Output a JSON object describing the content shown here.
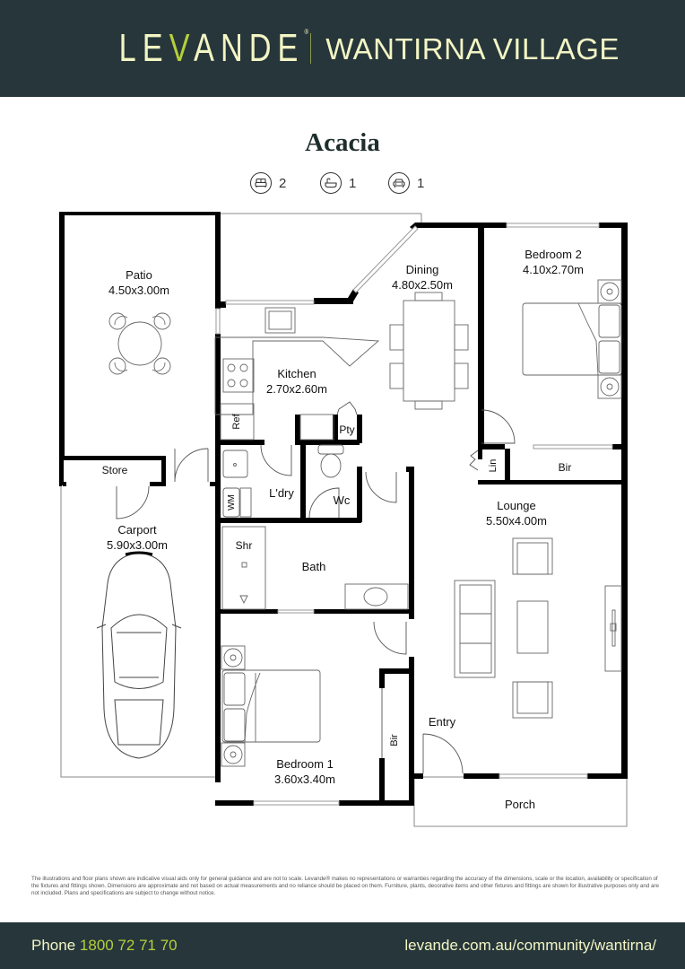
{
  "header": {
    "brand_prefix": "LE",
    "brand_accent": "V",
    "brand_suffix": "ANDE",
    "brand_mark": "®",
    "village_name": "WANTIRNA VILLAGE"
  },
  "plan": {
    "name": "Acacia",
    "stats": [
      {
        "icon": "bed-icon",
        "value": "2"
      },
      {
        "icon": "bath-icon",
        "value": "1"
      },
      {
        "icon": "car-icon",
        "value": "1"
      }
    ],
    "rooms": {
      "patio": {
        "name": "Patio",
        "size": "4.50x3.00m"
      },
      "store": {
        "name": "Store"
      },
      "carport": {
        "name": "Carport",
        "size": "5.90x3.00m"
      },
      "kitchen": {
        "name": "Kitchen",
        "size": "2.70x2.60m"
      },
      "ref": {
        "name": "Ref"
      },
      "pantry": {
        "name": "Pty"
      },
      "dining": {
        "name": "Dining",
        "size": "4.80x2.50m"
      },
      "bedroom2": {
        "name": "Bedroom 2",
        "size": "4.10x2.70m"
      },
      "linen": {
        "name": "Lin"
      },
      "bir2": {
        "name": "Bir"
      },
      "laundry": {
        "name": "L'dry"
      },
      "wm": {
        "name": "WM"
      },
      "wc": {
        "name": "Wc"
      },
      "shower": {
        "name": "Shr"
      },
      "bath": {
        "name": "Bath"
      },
      "lounge": {
        "name": "Lounge",
        "size": "5.50x4.00m"
      },
      "bedroom1": {
        "name": "Bedroom 1",
        "size": "3.60x3.40m"
      },
      "bir1": {
        "name": "Bir"
      },
      "entry": {
        "name": "Entry"
      },
      "porch": {
        "name": "Porch"
      }
    }
  },
  "disclaimer": "The illustrations and floor plans shown are indicative visual aids only for general guidance and are not to scale. Levande® makes no representations or warranties regarding the accuracy of the dimensions, scale or the location, availability or specification of the fixtures and fittings shown. Dimensions are approximate and not based on actual measurements and no reliance should be placed on them. Furniture, plants, decorative items and other fixtures and fittings are shown for illustrative purposes only and are not included. Plans and specifications are subject to change without notice.",
  "footer": {
    "phone_label": "Phone",
    "phone_number": "1800 72 71 70",
    "url": "levande.com.au/community/wantirna/"
  },
  "colors": {
    "header_bg": "#26363a",
    "brand_cream": "#f3f5c4",
    "brand_green": "#b5cf3b"
  }
}
